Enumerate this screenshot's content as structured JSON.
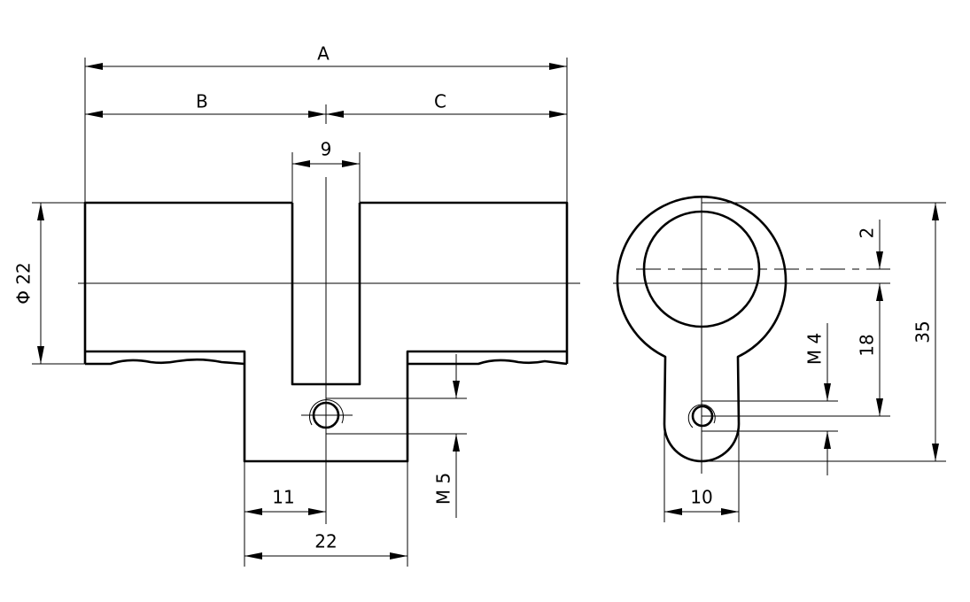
{
  "drawing": {
    "front_view": {
      "dim_A": "A",
      "dim_B": "B",
      "dim_C": "C",
      "dim_cam_width": "9",
      "dim_diameter": "Φ 22",
      "dim_hole_offset": "11",
      "dim_lower_width": "22",
      "dim_thread": "M 5"
    },
    "side_view": {
      "dim_offset": "2",
      "dim_hole_distance": "18",
      "dim_total_height": "35",
      "dim_thread": "M 4",
      "dim_tab_width": "10"
    }
  }
}
